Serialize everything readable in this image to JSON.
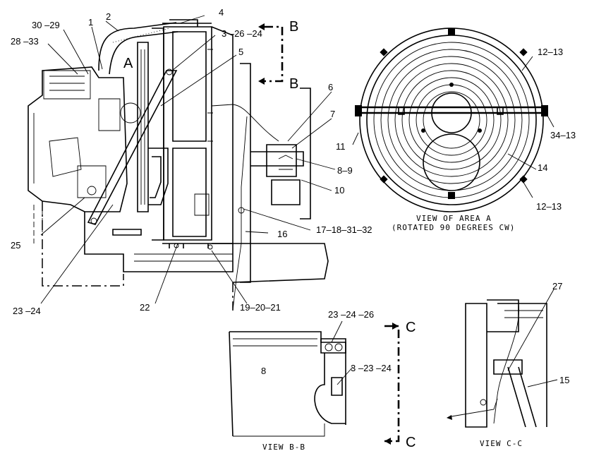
{
  "callouts": {
    "c1": "1",
    "c2": "2",
    "c4": "4",
    "c5": "5",
    "c6": "6",
    "c7": "7",
    "c8_9": "8–9",
    "c10": "10",
    "c11": "11",
    "c14": "14",
    "c15": "15",
    "c16": "16",
    "c17_32": "17–18–31–32",
    "c19_21": "19–20–21",
    "c22": "22",
    "c23_24": "23 –24",
    "c25": "25",
    "c27": "27",
    "c28_33": "28 –33",
    "c30_29": "30 –29",
    "c3_26_24": "3 –26 –24",
    "c12_13_top": "12–13",
    "c12_13_bot": "12–13",
    "c34_13": "34–13",
    "bb_23_24_26": "23 –24 –26",
    "bb_3_23_24": "3 –23 –24"
  },
  "section_letters": {
    "area_a": "A",
    "b_top": "B",
    "b_bottom": "B",
    "c_top": "C",
    "c_bottom": "C"
  },
  "view_titles": {
    "area_a_line1": "VIEW OF AREA A",
    "area_a_line2": "(ROTATED 90 DEGREES CW)",
    "view_bb": "VIEW B-B",
    "view_cc": "VIEW C-C"
  }
}
